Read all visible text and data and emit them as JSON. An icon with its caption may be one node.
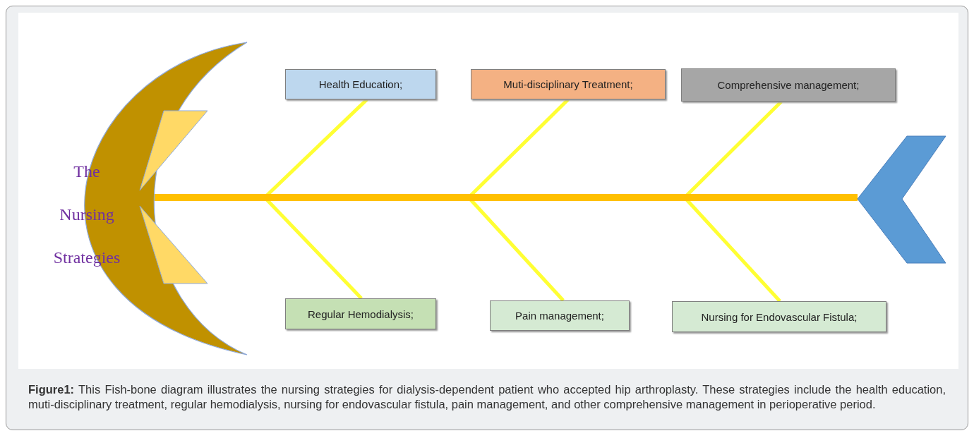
{
  "diagram": {
    "caption": "**Figure1:** This Fish-bone diagram illustrates the nursing strategies for dialysis-dependent patient who accepted hip arthroplasty. These strategies include the health education, muti-disciplinary treatment, regular hemodialysis, nursing for endovascular fistula, pain management, and other comprehensive management in perioperative period.",
    "nodes": [
      {
        "text": [
          "The Nursing Strategies"
        ]
      },
      {
        "text": [
          "Health Education;"
        ]
      },
      {
        "text": [
          "Muti-disciplinary Treatment;"
        ]
      },
      {
        "text": [
          "Comprehensive management;"
        ]
      },
      {
        "text": [
          "Regular Hemodialysis;"
        ]
      },
      {
        "text": [
          "Pain management;"
        ]
      },
      {
        "text": [
          "Nursing for Endovascular Fistula;"
        ]
      },
      {
        "text": [],
        "shape": "chevron"
      }
    ],
    "edges": [
      {
        "from": 7,
        "to": 0,
        "arrow": "none",
        "style": "thick",
        "color": "#ffc000"
      },
      {
        "from": 1,
        "to": 0,
        "arrow": "none"
      },
      {
        "from": 2,
        "to": 0,
        "arrow": "none"
      },
      {
        "from": 3,
        "to": 0,
        "arrow": "none"
      },
      {
        "from": 4,
        "to": 0,
        "arrow": "none"
      },
      {
        "from": 5,
        "to": 0,
        "arrow": "none"
      },
      {
        "from": 6,
        "to": 0,
        "arrow": "none"
      }
    ]
  }
}
